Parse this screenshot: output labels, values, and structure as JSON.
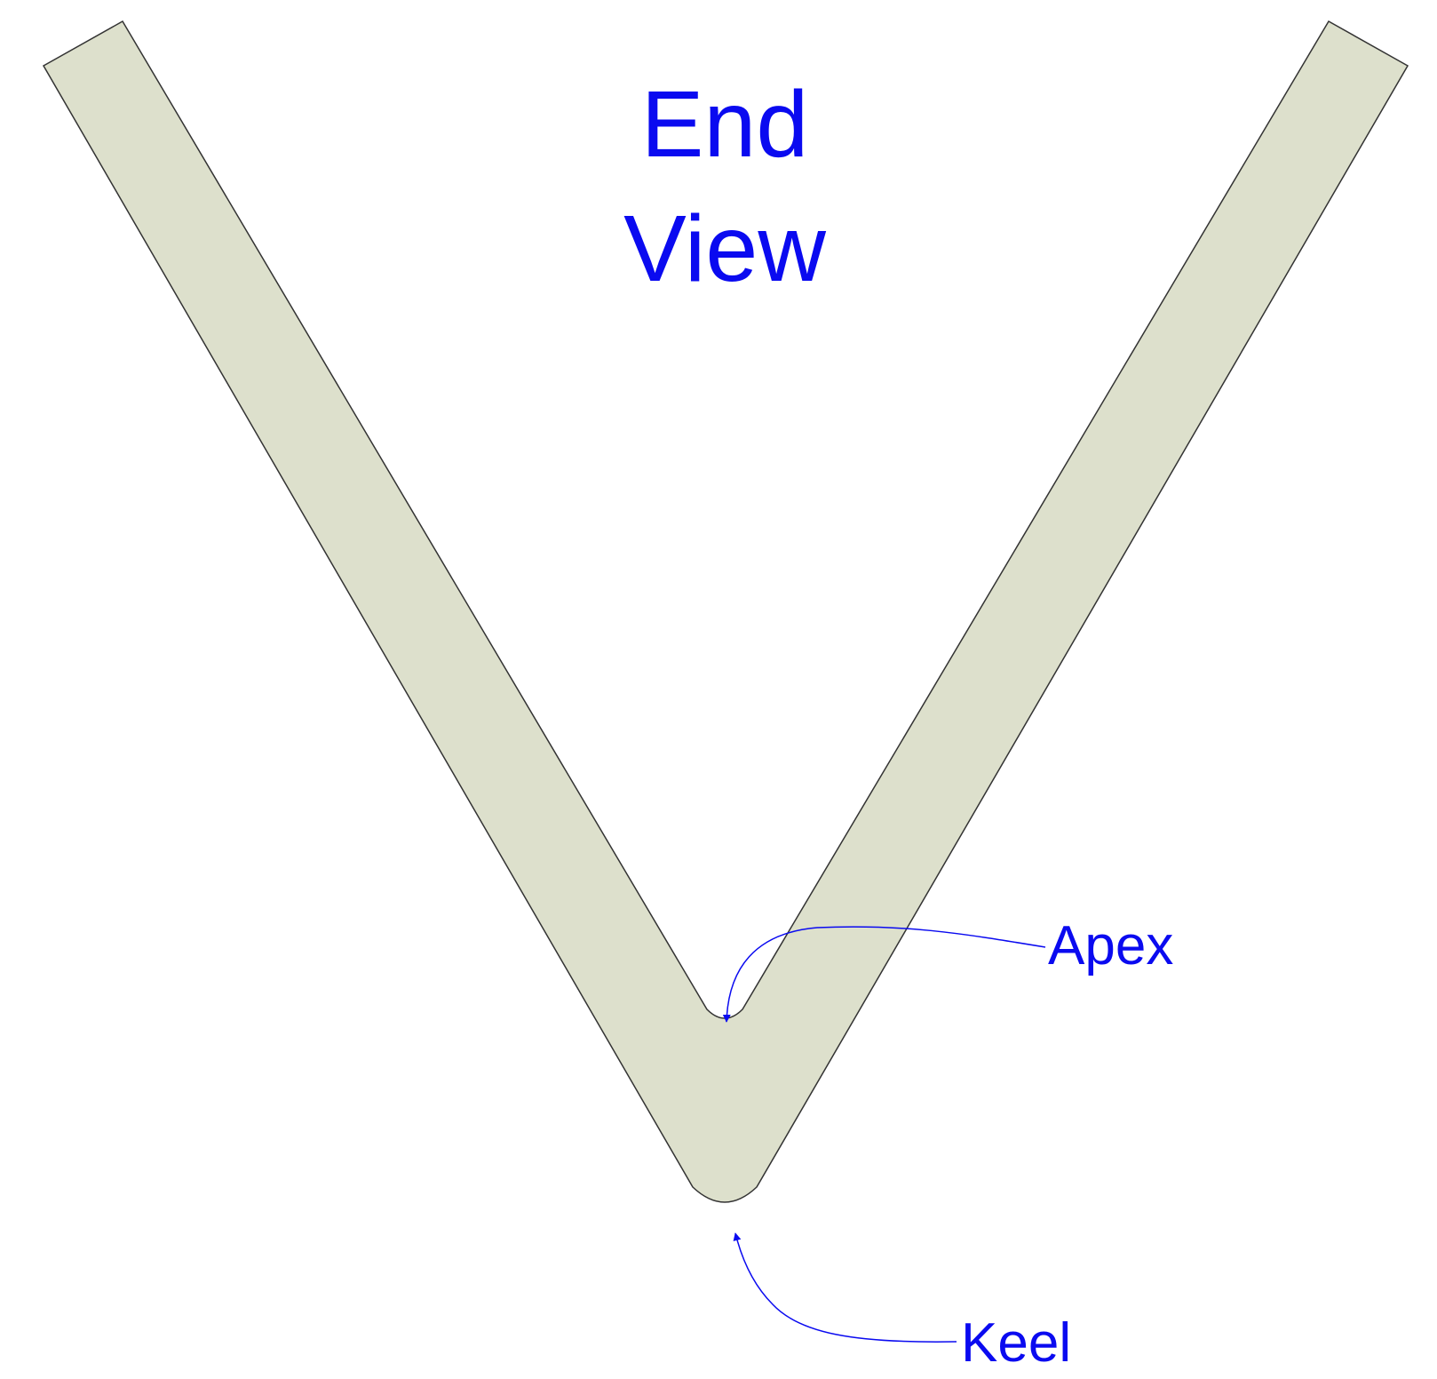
{
  "diagram": {
    "title_line1": "End",
    "title_line2": "View",
    "labels": {
      "apex": "Apex",
      "keel": "Keel"
    }
  },
  "colors": {
    "background": "#ffffff",
    "angle_fill": "#dde0cc",
    "outline": "#333333",
    "annotation": "#0a0af0"
  }
}
